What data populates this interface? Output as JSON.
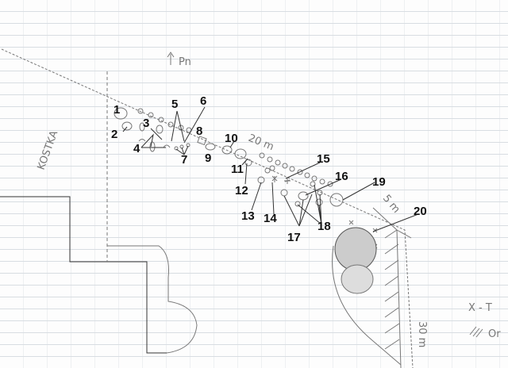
{
  "sketch": {
    "handwritten": {
      "paving_label": "KOSTKA",
      "north_label": "Pn",
      "distance_top": "20 m",
      "distance_right": "5 m",
      "distance_bottom": "30 m",
      "legend_x": "X - T",
      "legend_hatch": "Or"
    },
    "plant_labels": [
      "1",
      "2",
      "3",
      "4",
      "5",
      "6",
      "7",
      "8",
      "9",
      "10",
      "11",
      "12",
      "13",
      "14",
      "15",
      "16",
      "17",
      "18",
      "19",
      "20"
    ]
  }
}
